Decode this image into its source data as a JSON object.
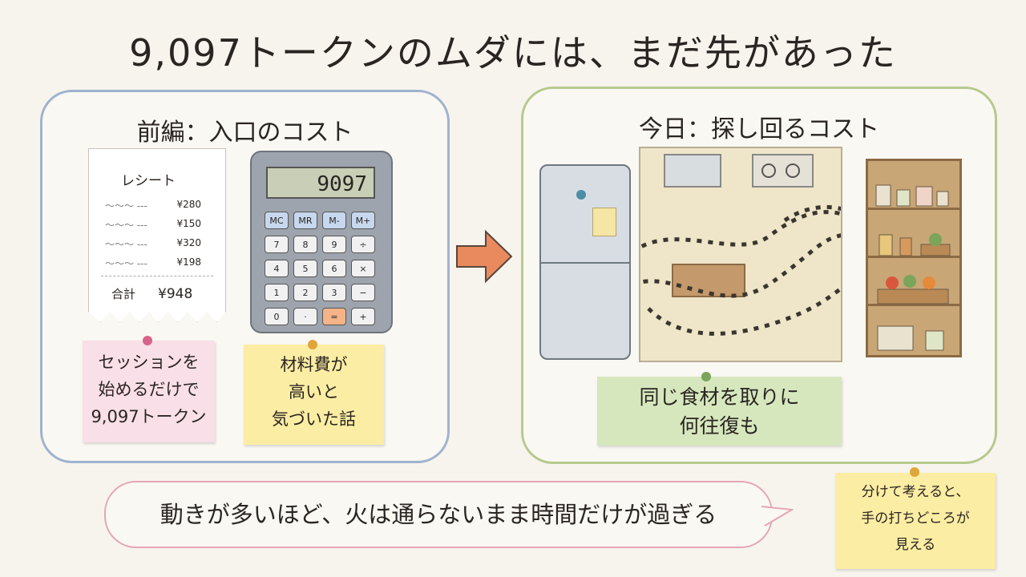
{
  "title": "9,097トークンのムダには、まだ先があった",
  "left_panel": {
    "heading": "前編：入口のコスト",
    "receipt": {
      "header": "レシート",
      "items": [
        "¥280",
        "¥150",
        "¥320",
        "¥198"
      ],
      "total_label": "合計",
      "total_value": "¥948"
    },
    "calculator": {
      "display": "9097",
      "keys": [
        "MC",
        "MR",
        "M-",
        "M+",
        "7",
        "8",
        "9",
        "÷",
        "4",
        "5",
        "6",
        "×",
        "1",
        "2",
        "3",
        "−",
        "0",
        "·",
        "=",
        "+"
      ]
    },
    "note_pink": [
      "セッションを",
      "始めるだけで",
      "9,097トークン"
    ],
    "note_yellow": [
      "材料費が",
      "高いと",
      "気づいた話"
    ]
  },
  "right_panel": {
    "heading": "今日：探し回るコスト",
    "note_green": [
      "同じ食材を取りに",
      "何往復も"
    ]
  },
  "speech": "動きが多いほど、火は通らないまま時間だけが過ぎる",
  "note_bottom": [
    "分けて考えると、",
    "手の打ちどころが",
    "見える"
  ],
  "colors": {
    "left_border": "#9fb3cf",
    "right_border": "#b6c98d",
    "arrow": "#e98a5e",
    "speech_border": "#e3a6b5"
  }
}
